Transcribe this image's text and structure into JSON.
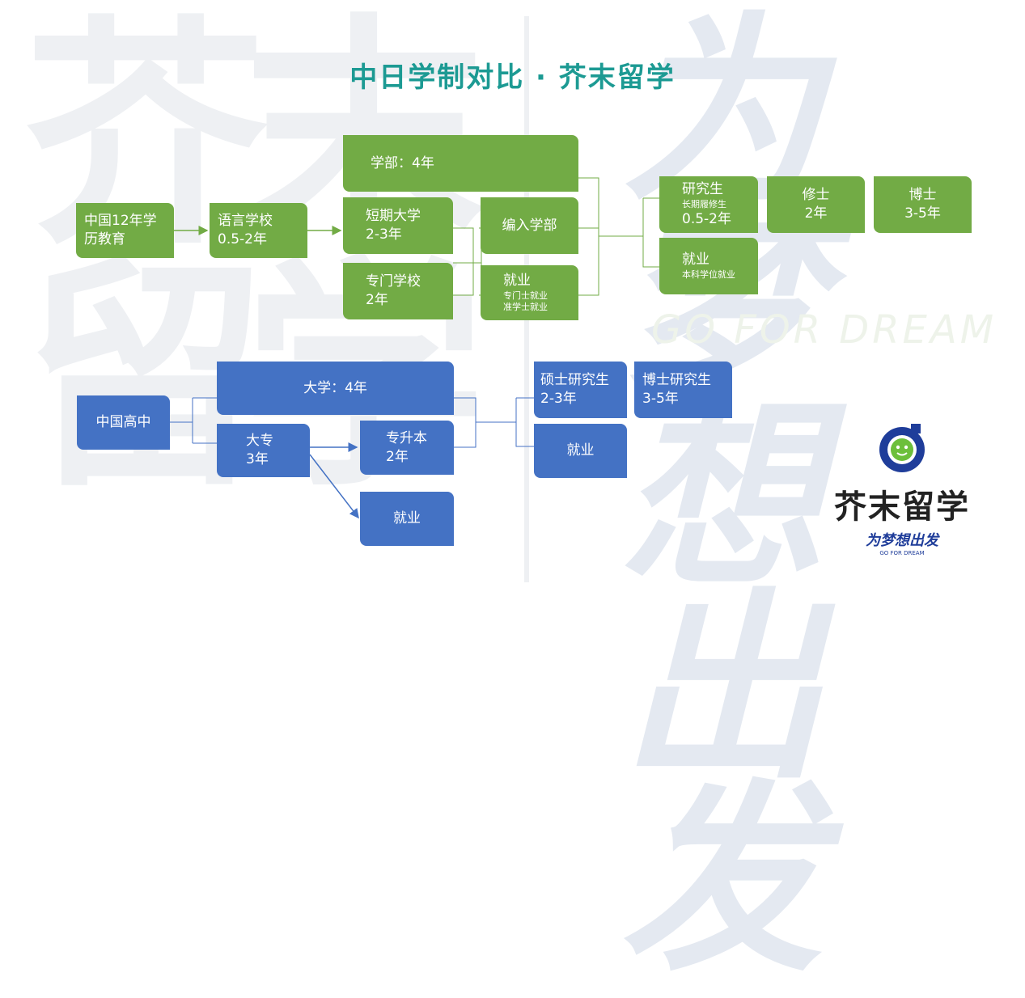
{
  "title": "中日学制对比 · 芥末留学",
  "watermark": {
    "left": "芥末留学",
    "right": "为梦想出发",
    "go": "GO FOR DREAM"
  },
  "japan": {
    "hs": {
      "line1": "中国12年学",
      "line2": "历教育"
    },
    "lang": {
      "line1": "语言学校",
      "line2": "0.5-2年"
    },
    "undergrad": "学部：4年",
    "junior": {
      "line1": "短期大学",
      "line2": "2-3年"
    },
    "vocational": {
      "line1": "专门学校",
      "line2": "2年"
    },
    "transfer": "编入学部",
    "job1": {
      "line1": "就业",
      "line2": "专门士就业",
      "line3": "准学士就业"
    },
    "research": {
      "line1": "研究生",
      "line2": "长期履修生",
      "line3": "0.5-2年"
    },
    "job2": {
      "line1": "就业",
      "line2": "本科学位就业"
    },
    "master": {
      "line1": "修士",
      "line2": "2年"
    },
    "doctor": {
      "line1": "博士",
      "line2": "3-5年"
    }
  },
  "china": {
    "hs": "中国高中",
    "univ": "大学：4年",
    "college": {
      "line1": "大专",
      "line2": "3年"
    },
    "upgrade": {
      "line1": "专升本",
      "line2": "2年"
    },
    "job3": "就业",
    "master": {
      "line1": "硕士研究生",
      "line2": "2-3年"
    },
    "doctor": {
      "line1": "博士研究生",
      "line2": "3-5年"
    },
    "job4": "就业"
  },
  "logo": {
    "name": "芥末留学",
    "slogan": "为梦想出发",
    "sub": "GO FOR DREAM"
  },
  "colors": {
    "green": "#72ab45",
    "blue": "#4472c4",
    "title": "#1c9a93"
  }
}
